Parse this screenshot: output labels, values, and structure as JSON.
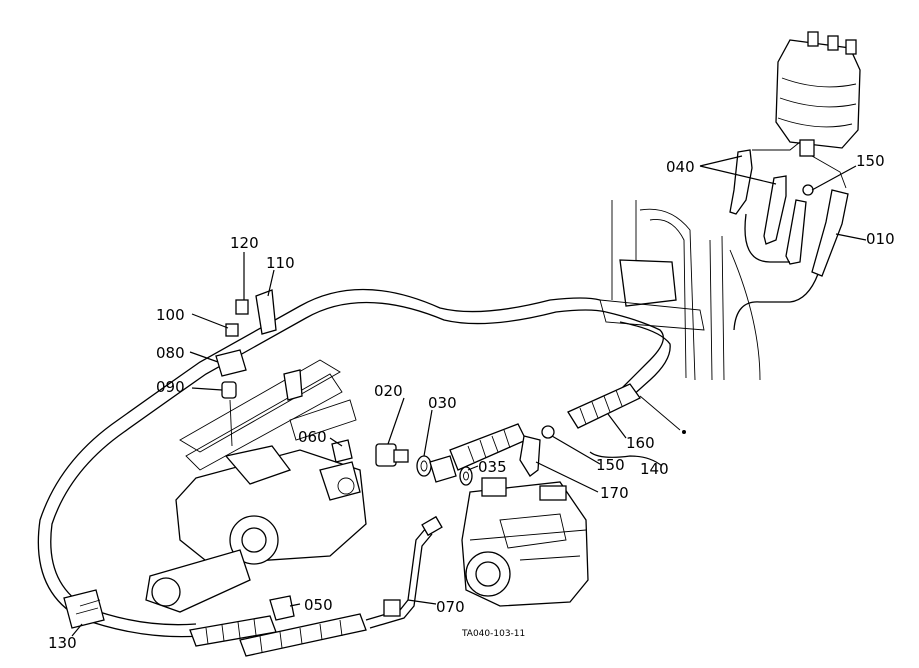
{
  "labels": {
    "p010": "010",
    "p020": "020",
    "p030": "030",
    "p035": "035",
    "p040": "040",
    "p050": "050",
    "p060": "060",
    "p070": "070",
    "p080": "080",
    "p090": "090",
    "p100": "100",
    "p110": "110",
    "p120": "120",
    "p130": "130",
    "p140": "140",
    "p150a": "150",
    "p150b": "150",
    "p160": "160",
    "p170": "170"
  },
  "reference_code": "TA040-103-11"
}
